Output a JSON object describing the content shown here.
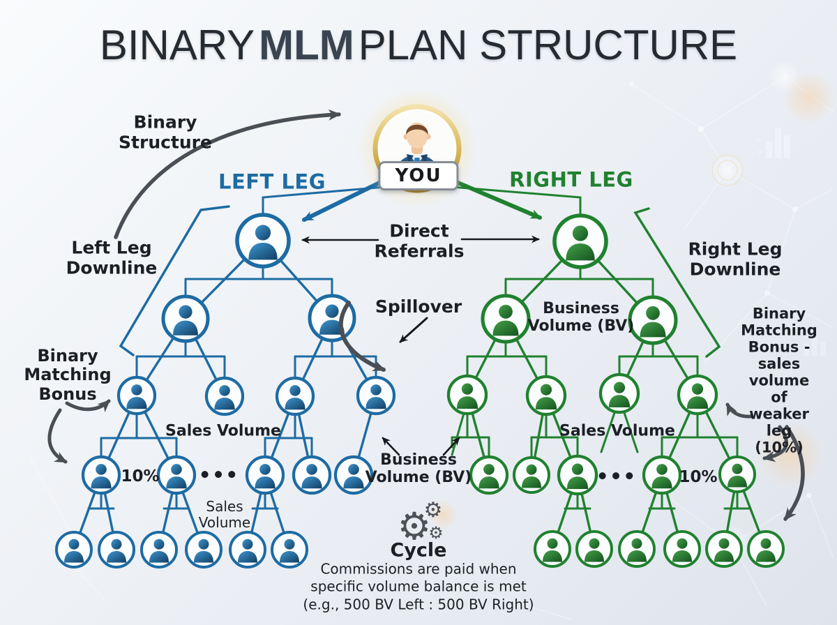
{
  "title": {
    "prefix": "BINARY",
    "highlight": "MLM",
    "suffix": "PLAN STRUCTURE"
  },
  "you": {
    "label": "YOU"
  },
  "annotations": {
    "binary_structure": "Binary\nStructure",
    "left_leg": "LEFT LEG",
    "right_leg": "RIGHT LEG",
    "direct_referrals": "Direct\nReferrals",
    "left_leg_downline": "Left Leg\nDownline",
    "right_leg_downline": "Right Leg\nDownline",
    "spillover": "Spillover",
    "business_volume_right": "Business\nVolume (BV)",
    "business_volume_center": "Business\nVolume (BV)",
    "sales_volume_left": "Sales Volume",
    "sales_volume_right": "Sales Volume",
    "sales_volume_small": "Sales\nVolume",
    "binary_matching_bonus_left": "Binary\nMatching\nBonus",
    "binary_matching_bonus_right": "Binary\nMatching\nBonus - sales\nvolume of\nweaker leg\n(10%)",
    "pct_left": "10%",
    "pct_right": "10%",
    "ellipsis_left": "●●●",
    "ellipsis_right": "●●●"
  },
  "cycle": {
    "title": "Cycle",
    "gear_glyph": "⚙",
    "lines": [
      "Commissions are paid when",
      "specific volume balance is met",
      "(e.g., 500 BV Left : 500 BV Right)"
    ]
  },
  "colors": {
    "blue": "#1d6ba3",
    "blue_light": "#3e96d1",
    "blue_dark": "#123f63",
    "green": "#20812f",
    "green_light": "#45a14a",
    "green_dark": "#14541f",
    "gold_light": "#f3e3ac",
    "gold_dark": "#ab8324",
    "mlm": "#3a4450",
    "text": "#1c2025",
    "arrow_gray": "#4a4f55",
    "black": "#17191c"
  },
  "icons": {
    "member_node": "person-icon",
    "root_avatar": "businessman-avatar-icon",
    "cycle": "gears-icon"
  }
}
